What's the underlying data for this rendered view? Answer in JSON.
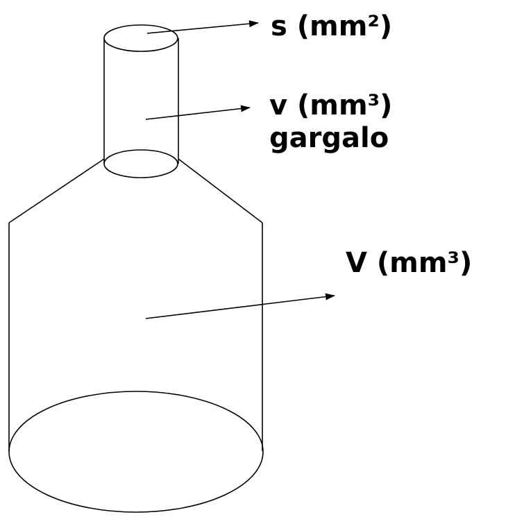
{
  "labels": {
    "neck_area": "s (mm²)",
    "neck_volume": "v (mm³)",
    "neck_name": "gargalo",
    "body_volume": "V (mm³)"
  },
  "colors": {
    "line": "#000000",
    "background": "#ffffff"
  }
}
